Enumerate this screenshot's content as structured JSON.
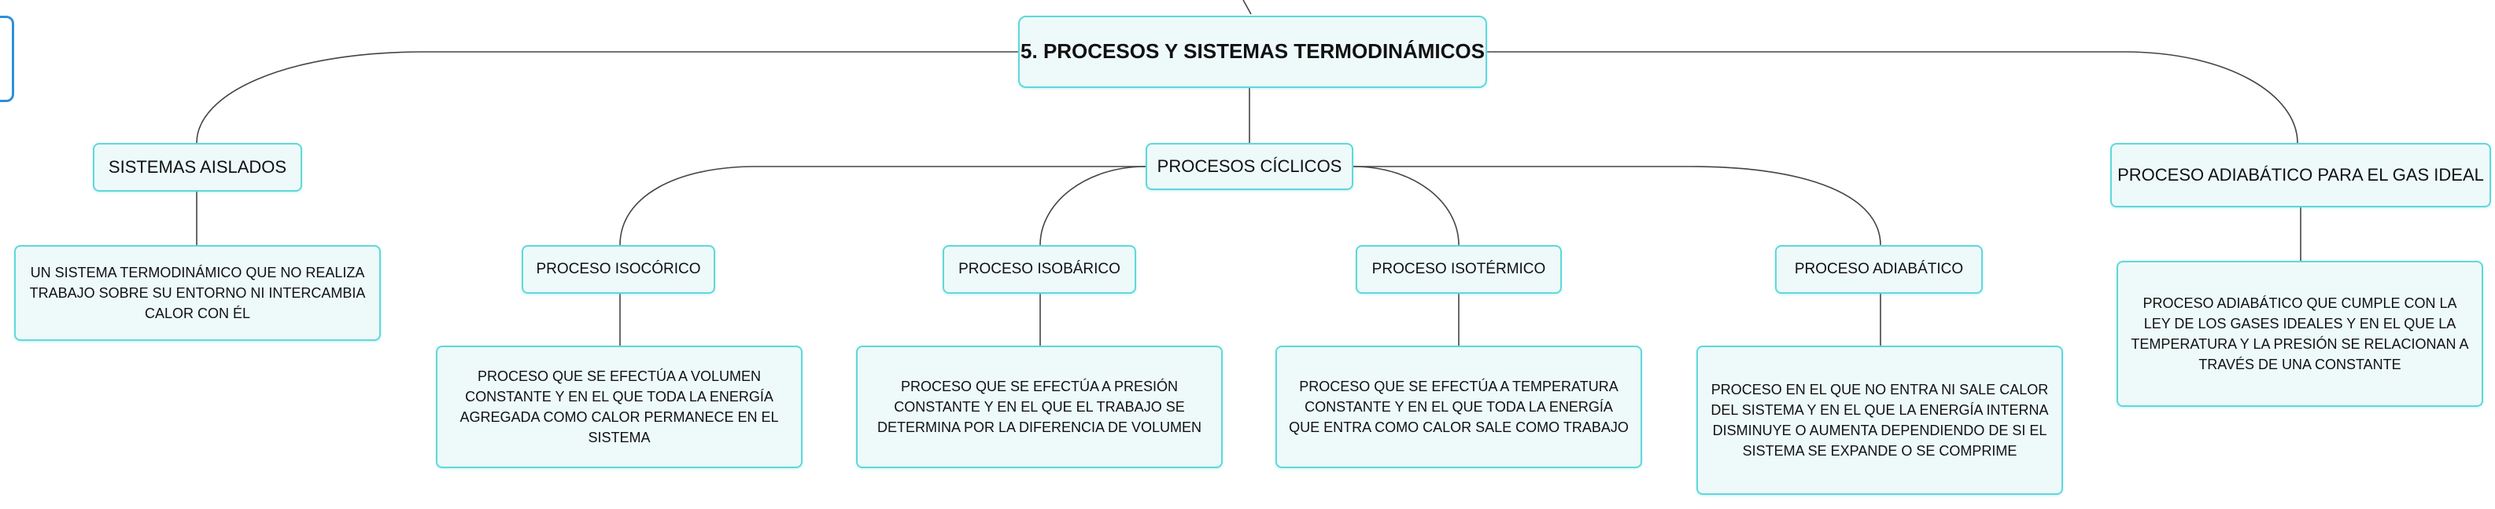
{
  "colors": {
    "node_border": "#5fd8dc",
    "node_fill": "#eefafa",
    "connector": "#444444",
    "partial_node_border": "#2f8fd8"
  },
  "root": {
    "title": "5. PROCESOS Y SISTEMAS TERMODINÁMICOS"
  },
  "aislados": {
    "title": "SISTEMAS AISLADOS",
    "desc": "UN SISTEMA TERMODINÁMICO QUE NO REALIZA TRABAJO SOBRE SU ENTORNO NI INTERCAMBIA CALOR CON ÉL"
  },
  "ciclicos": {
    "title": "PROCESOS CÍCLICOS",
    "isocorico": {
      "title": "PROCESO ISOCÓRICO",
      "desc": "PROCESO QUE SE EFECTÚA A VOLUMEN CONSTANTE Y EN EL QUE TODA LA ENERGÍA AGREGADA COMO CALOR PERMANECE EN EL SISTEMA"
    },
    "isobarico": {
      "title": "PROCESO ISOBÁRICO",
      "desc": "PROCESO QUE SE EFECTÚA A PRESIÓN CONSTANTE Y EN EL QUE EL TRABAJO SE DETERMINA POR LA DIFERENCIA DE VOLUMEN"
    },
    "isotermico": {
      "title": "PROCESO ISOTÉRMICO",
      "desc": "PROCESO QUE SE EFECTÚA A TEMPERATURA CONSTANTE Y EN EL QUE TODA LA ENERGÍA QUE ENTRA COMO CALOR SALE COMO TRABAJO"
    },
    "adiabatico": {
      "title": "PROCESO ADIABÁTICO",
      "desc": "PROCESO EN EL QUE NO ENTRA NI SALE CALOR DEL SISTEMA Y EN EL QUE LA ENERGÍA INTERNA DISMINUYE O AUMENTA DEPENDIENDO DE SI EL SISTEMA SE EXPANDE O SE COMPRIME"
    }
  },
  "adiabatico_gas": {
    "title": "PROCESO ADIABÁTICO PARA EL GAS IDEAL",
    "desc": "PROCESO ADIABÁTICO QUE CUMPLE CON LA LEY DE LOS GASES IDEALES Y EN EL QUE LA TEMPERATURA Y LA PRESIÓN SE RELACIONAN A TRAVÉS DE UNA CONSTANTE"
  }
}
